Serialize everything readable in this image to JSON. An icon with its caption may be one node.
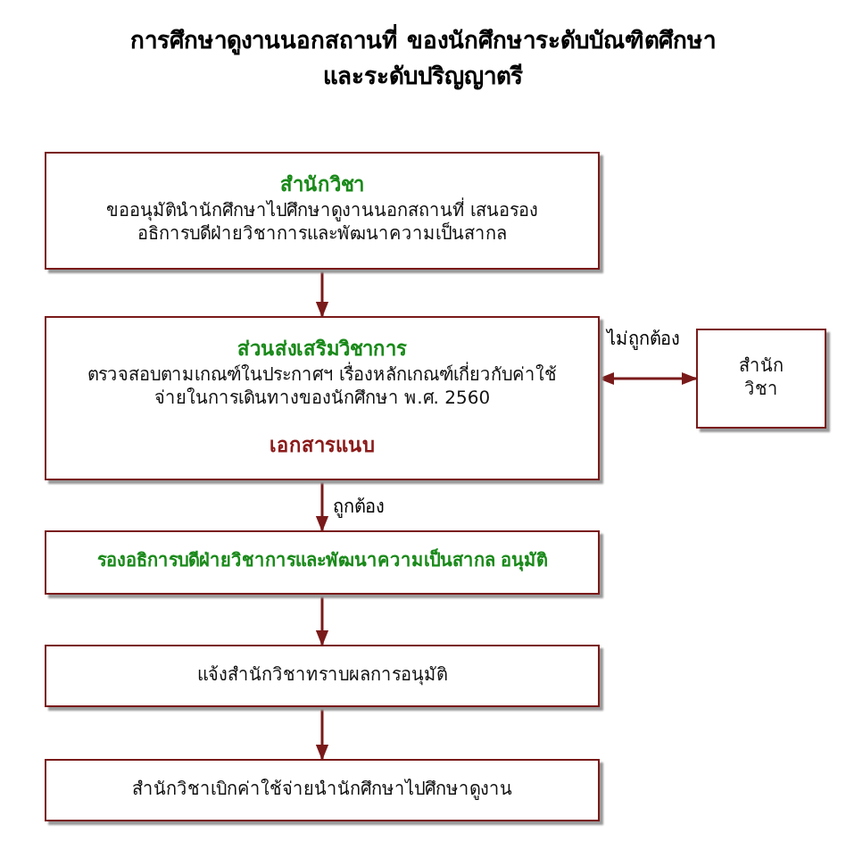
{
  "diagram": {
    "title": "การศึกษาดูงานนอกสถานที่ ของนักศึกษาระดับบัณฑิตศึกษา และระดับปริญญาตรี",
    "nodes": [
      {
        "text": [
          "สำนักวิชา",
          "ขออนุมัตินำนักศึกษาไปศึกษาดูงานนอกสถานที่ เสนอรองอธิการบดีฝ่ายวิชาการและพัฒนาความเป็นสากล"
        ]
      },
      {
        "text": [
          "ส่วนส่งเสริมวิชาการ",
          "ตรวจสอบตามเกณฑ์ในประกาศฯ เรื่องหลักเกณฑ์เกี่ยวกับค่าใช้จ่ายในการเดินทางของนักศึกษา พ.ศ. 2560",
          "เอกสารแนบ"
        ]
      },
      {
        "text": [
          "รองอธิการบดีฝ่ายวิชาการและพัฒนาความเป็นสากล อนุมัติ"
        ]
      },
      {
        "text": [
          "แจ้งสำนักวิชาทราบผลการอนุมัติ"
        ]
      },
      {
        "text": [
          "สำนักวิชาเบิกค่าใช้จ่ายนำนักศึกษาไปศึกษาดูงาน"
        ]
      },
      {
        "text": [
          "สำนักวิชา"
        ]
      }
    ],
    "edges": [
      {
        "from": 0,
        "to": 1,
        "arrow": "to"
      },
      {
        "from": 1,
        "to": 2,
        "arrow": "to",
        "label": "ถูกต้อง"
      },
      {
        "from": 2,
        "to": 3,
        "arrow": "to"
      },
      {
        "from": 3,
        "to": 4,
        "arrow": "to"
      },
      {
        "from": 1,
        "to": 5,
        "arrow": "both",
        "label": "ไม่ถูกต้อง"
      }
    ]
  }
}
